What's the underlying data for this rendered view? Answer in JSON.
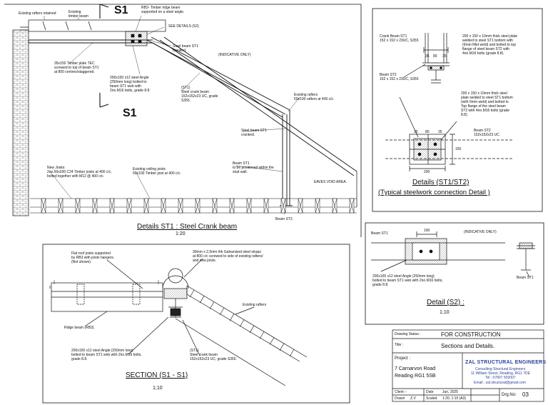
{
  "crank_detail": {
    "title": "Details ST1 : Steel Crank beam",
    "scale": "1:20",
    "section_marker": "S1",
    "note_indicative": "(INDICATIVE ONLY)",
    "labels": {
      "existing_rafters_retained": "Existing rafters retained",
      "existing_timber_beam": "Existing\ntimber beam",
      "timber_ridge_beam": "RB3- Timber ridge beam\nsupported on a steel angle.",
      "see_details": "SEE DETAILS (S2)",
      "steel_beam_cranked_top": "Steel beam ST1\ncranked.",
      "timber_plate": "35x150 Timber plate TEC\nscrewed to top of beam ST1\nat 800 centres/staggered.",
      "angle_note": "200x100 x12 steel Angle\n(250mm long) bolted to\nbeam ST1 web with\n2no.M16 bolts, grade 8.8.",
      "st1_crank": "(ST1)\nSteel crank beam\n152x152x23 UC, grade\nS355.",
      "existing_rafters_right": "Existing rafters\n50x100 rafters at 400 c/c.",
      "steel_beam_cranked_mid": "Steel beam ST1\ncranked.",
      "beam_stud_wall": "Beam ST1\nto be positioned within the\nstud wall.",
      "new_joists": "New Joists:\n2no.50x200 C24 Timber joists at 400 c/c,\nbolted together with M12 @ 400 c/c.",
      "existing_ceiling_joists": "Existing ceiling joists\n50x100 Timber joist at 400 c/c.",
      "eaves_void": "EAVES VOID AREA.",
      "beam_st2_bottom": "Beam ST2."
    }
  },
  "st1_st2": {
    "title": "Details (ST1/ST2)",
    "subtitle": "(Typical steelwork connection Detail )",
    "crank_beam_label": "Crank Beam ST1\n152 x 152 x 23UC, S355",
    "plate_note_1": "200 x 150 x 10mm thick steel plate\nwelded to steel ST1 bottom with\n(6mm fillet weld) and bolted to top\nflange of steel beam ST2 with\n4no.M16 bolts (grade 8.8).",
    "beam_st2_label": "Beam ST2\n152 x 152 x 23UC, S355",
    "plate_note_2": "200 x 150 x 10mm thick steel\nplate welded to steel ST1 bottom\n(with 6mm weld) and bolted to\nTop flange of the steel beam\nST2 with 4no.M16 bolts (grade\n8.8).",
    "beam_st2_plan": "Beam ST2\n152x152x23 UC",
    "dims": [
      "35",
      "80",
      "35",
      "35",
      "80",
      "35",
      "200",
      "150"
    ]
  },
  "detail_s2": {
    "title": "Detail (S2) :",
    "scale": "1;10",
    "beam_st1_left": "Beam ST1",
    "indicative": "(INDICATIVE ONLY)",
    "dim_100": "100",
    "angle_note": "200x100 x12 steel Angle (250mm long)\nbolted to beam ST1 web with 2no.M16 bolts,\ngrade 8.8.",
    "beam_st1_right": "Beam ST1"
  },
  "section": {
    "title": "SECTION (S1 - S1)",
    "scale": "1;10",
    "flat_roof_note": "Flat roof joists supported\nby RB3 with joists hangers.\n(Not shown).",
    "straps_note": "30mm x 2,5mm thk Galvanised steel straps\nat 800 c/c screwed to side of existing rafters/\nand new joists.",
    "existing_rafters": "Existing rafters",
    "ridge_beam": "Ridge beam (RB3).",
    "angle_note": "200x100 x12 steel Angle (250mm long)\nbolted to beam ST1 web with 2no.M16 bolts,\ngrade 8.8.",
    "st1_note": "(ST1)\nSteel crank beam\n152x152x23 UC, grade S355."
  },
  "title_block": {
    "drawing_status_label": "Drawing Status :",
    "drawing_status": "FOR CONSTRUCTION",
    "title_label": "Title :",
    "title": "Sections and Details.",
    "project_label": "Project :",
    "project_line1": "7 Carnarvon Road",
    "project_line2": "Reading RG1 5SB",
    "firm_name": "ZAL STRUCTURAL ENGINEERS",
    "firm_sub": "Consulting Structural Engineers",
    "firm_addr": "11 William Street, Reading, RG1 7DE",
    "firm_tel": "Tel ; 07807 503007",
    "firm_email": "Email ; zal.structural@gmail.com",
    "client_label": "Client :-",
    "drawn_label": "Drawn",
    "drawn_value": "Z.V",
    "date_label": "Date",
    "date_value": "Jun, 2025",
    "scaled_label": "Scaled",
    "scaled_value": "1:20, 1:10 (A3)",
    "dwg_label": "Drg.No:",
    "dwg_value": "03"
  }
}
